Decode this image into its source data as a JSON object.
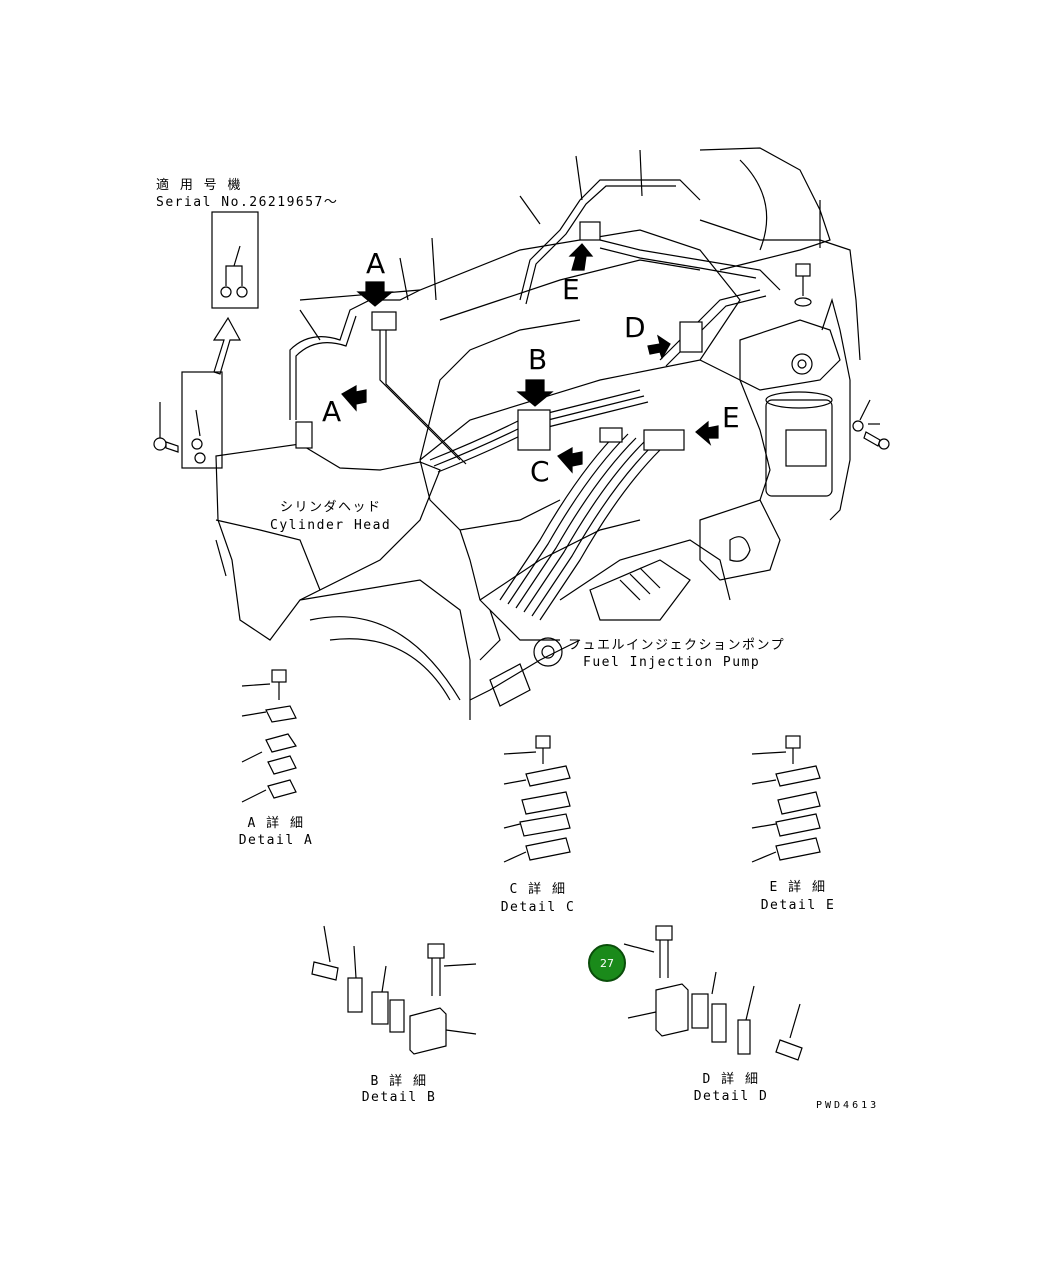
{
  "serial": {
    "applicable_jp": "適 用 号 機",
    "serial_no": "Serial No.26219657～"
  },
  "labels": {
    "cylinder_head_jp": "シリンダヘッド",
    "cylinder_head_en": "Cylinder Head",
    "pump_jp": "フュエルインジェクションポンプ",
    "pump_en": "Fuel Injection Pump"
  },
  "markers": [
    "A",
    "B",
    "C",
    "D",
    "E",
    "E",
    "A"
  ],
  "details": {
    "a_jp": "A 詳 細",
    "a_en": "Detail A",
    "b_jp": "B 詳 細",
    "b_en": "Detail B",
    "c_jp": "C 詳 細",
    "c_en": "Detail C",
    "d_jp": "D 詳 細",
    "d_en": "Detail D",
    "e_jp": "E 詳 細",
    "e_en": "Detail E"
  },
  "callout": {
    "number": "27",
    "color": "#1a8a1a"
  },
  "drawing_code": "PWD4613"
}
